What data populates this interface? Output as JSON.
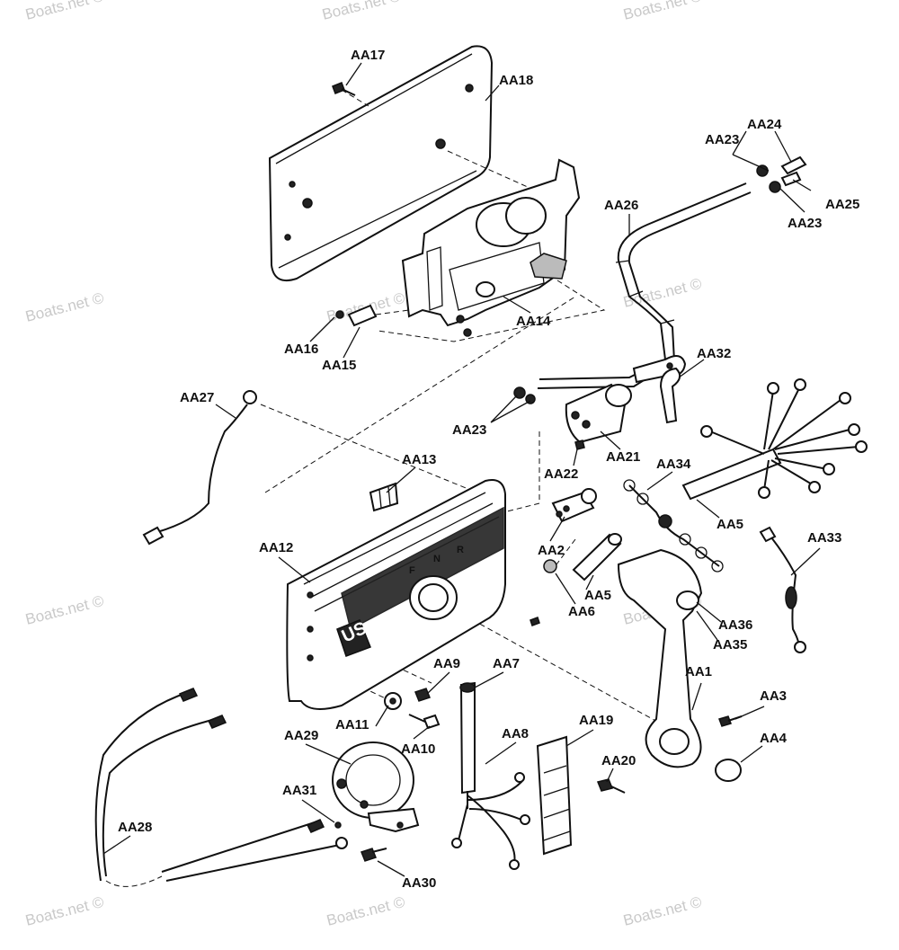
{
  "watermark": "Boats.net ©",
  "gear_marks": [
    "F",
    "N",
    "R"
  ],
  "logo_text": "US",
  "parts": [
    "AA1",
    "AA2",
    "AA3",
    "AA4",
    "AA5",
    "AA5",
    "AA6",
    "AA7",
    "AA8",
    "AA9",
    "AA10",
    "AA11",
    "AA12",
    "AA13",
    "AA14",
    "AA15",
    "AA16",
    "AA17",
    "AA18",
    "AA19",
    "AA20",
    "AA21",
    "AA22",
    "AA23",
    "AA23",
    "AA23",
    "AA24",
    "AA25",
    "AA26",
    "AA27",
    "AA28",
    "AA29",
    "AA30",
    "AA31",
    "AA32",
    "AA33",
    "AA34",
    "AA35",
    "AA36"
  ]
}
